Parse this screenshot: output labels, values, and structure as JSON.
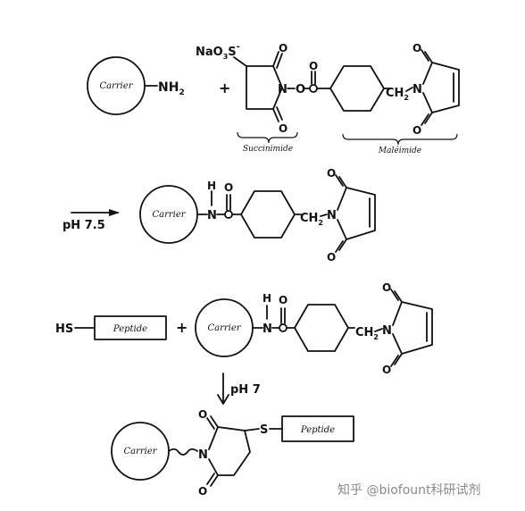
{
  "labels": {
    "carrier": "Carrier",
    "nh2": "NH",
    "nh2_sub": "2",
    "plus": "+",
    "naso3": "NaO",
    "naso3_sub": "3",
    "naso3_s": "S",
    "naso3_minus": "-",
    "o": "O",
    "n": "N",
    "h": "H",
    "s": "S",
    "hs": "HS",
    "ch2": "CH",
    "ch2_sub": "2",
    "o_link": "O",
    "succinimide": "Succinimide",
    "maleimide": "Maléimide",
    "ph75": "pH 7.5",
    "ph7": "pH 7",
    "peptide": "Peptide"
  },
  "watermark": "知乎 @biofount科研试剂",
  "colors": {
    "ink": "#111111",
    "watermark": "#8a8a8a",
    "background": "#ffffff"
  }
}
